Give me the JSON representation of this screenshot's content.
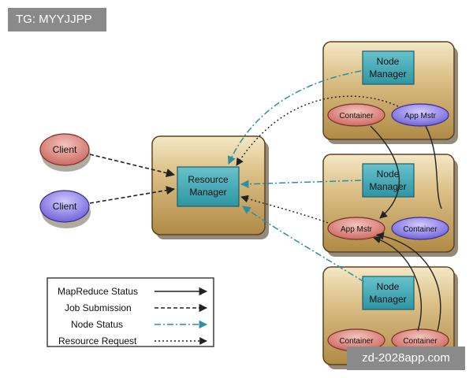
{
  "watermark_top_left": "TG: MYYJJPP",
  "watermark_bottom_right": "zd-2028app.com",
  "clients": [
    "Client",
    "Client"
  ],
  "resource_manager": {
    "line1": "Resource",
    "line2": "Manager"
  },
  "node_manager": {
    "line1": "Node",
    "line2": "Manager"
  },
  "nodes": [
    {
      "left": "Container",
      "right": "App Mstr"
    },
    {
      "left": "App Mstr",
      "right": "Container"
    },
    {
      "left": "Container",
      "right": "Container"
    }
  ],
  "legend": [
    "MapReduce Status",
    "Job Submission",
    "Node Status",
    "Resource Request"
  ],
  "colors": {
    "box_fill": "#c9a45f",
    "rm_fill": "#3fa6b2",
    "client_pink": "#cf7a7a",
    "client_purple": "#7c6fe0",
    "container_pink": "#d97a70",
    "app_purple": "#8677e6",
    "node_status_line": "#2d8fa0"
  }
}
